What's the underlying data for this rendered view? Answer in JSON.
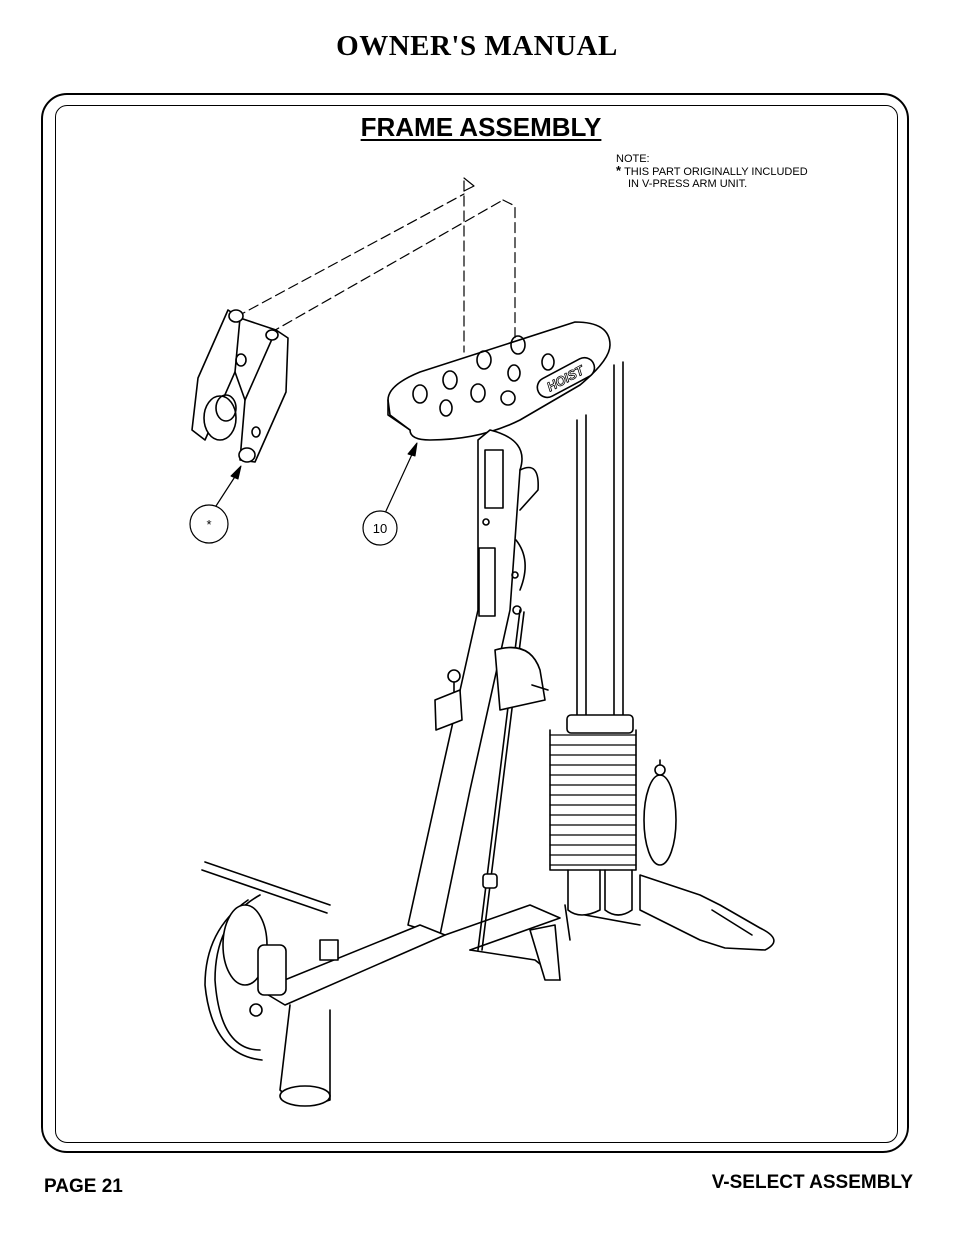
{
  "header": {
    "title": "OWNER'S MANUAL"
  },
  "section": {
    "title": "FRAME ASSEMBLY"
  },
  "note": {
    "heading": "NOTE:",
    "star": "*",
    "line1": "THIS PART ORIGINALLY INCLUDED",
    "line2": "IN V-PRESS ARM UNIT."
  },
  "callouts": [
    {
      "label": "*"
    },
    {
      "label": "10"
    }
  ],
  "diagram": {
    "logo_text": "HOIST"
  },
  "footer": {
    "page_label": "PAGE 21",
    "section_label": "V-SELECT ASSEMBLY"
  }
}
